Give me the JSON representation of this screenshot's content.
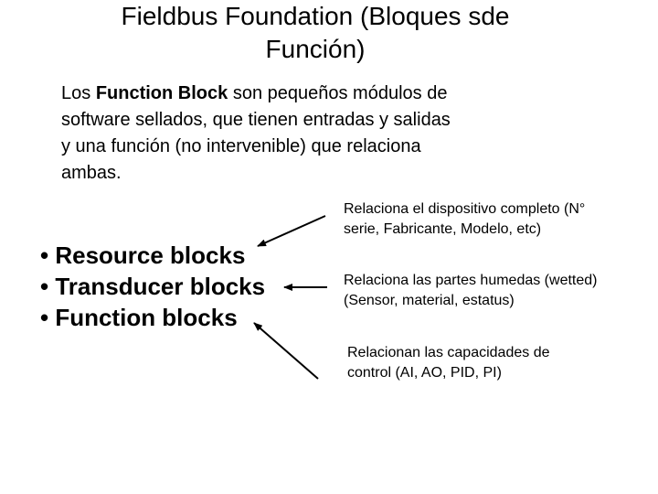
{
  "slide": {
    "title_line1": "Fieldbus Foundation (Bloques sde",
    "title_line2": "Función)",
    "intro": {
      "prefix": "Los ",
      "bold": "Function Block",
      "line1_rest": " son pequeños módulos de",
      "line2": "software sellados, que tienen entradas y salidas",
      "line3": "y una función (no intervenible) que relaciona",
      "line4": "ambas."
    },
    "blocks": [
      "• Resource blocks",
      "• Transducer blocks",
      "• Function blocks"
    ],
    "notes": [
      {
        "line1": "Relaciona el dispositivo completo (N°",
        "line2": "serie, Fabricante, Modelo, etc)"
      },
      {
        "line1": "Relaciona las partes humedas (wetted)",
        "line2": "(Sensor, material, estatus)"
      },
      {
        "line1": "Relacionan las capacidades de",
        "line2": "control (AI, AO, PID, PI)"
      }
    ]
  }
}
